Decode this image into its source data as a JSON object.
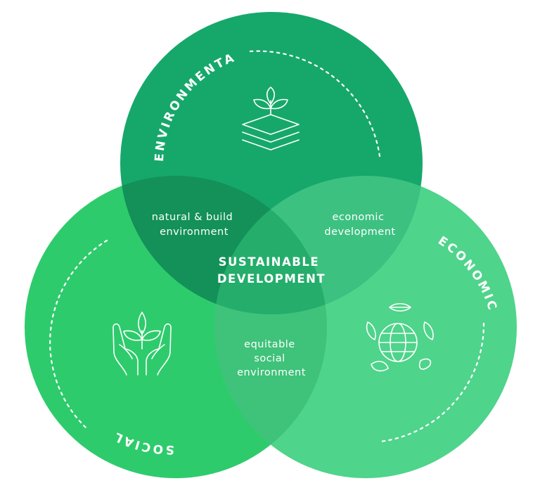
{
  "diagram": {
    "circles": [
      {
        "id": "environmental",
        "label": "ENVIRONMENTAL",
        "color": "#16a86a"
      },
      {
        "id": "social",
        "label": "SOCIAL",
        "color": "#2ecb6c"
      },
      {
        "id": "economic",
        "label": "ECONOMIC",
        "color": "#4fd48b"
      }
    ],
    "overlaps": {
      "environmental_social": {
        "line1": "natural & build",
        "line2": "environment"
      },
      "environmental_economic": {
        "line1": "economic",
        "line2": "development"
      },
      "social_economic": {
        "line1": "equitable",
        "line2": "social",
        "line3": "environment"
      }
    },
    "center": {
      "line1": "SUSTAINABLE",
      "line2": "DEVELOPMENT"
    },
    "icons": {
      "environmental": "sprout-on-layers-icon",
      "social": "hands-holding-plant-icon",
      "economic": "globe-with-leaves-icon"
    }
  }
}
